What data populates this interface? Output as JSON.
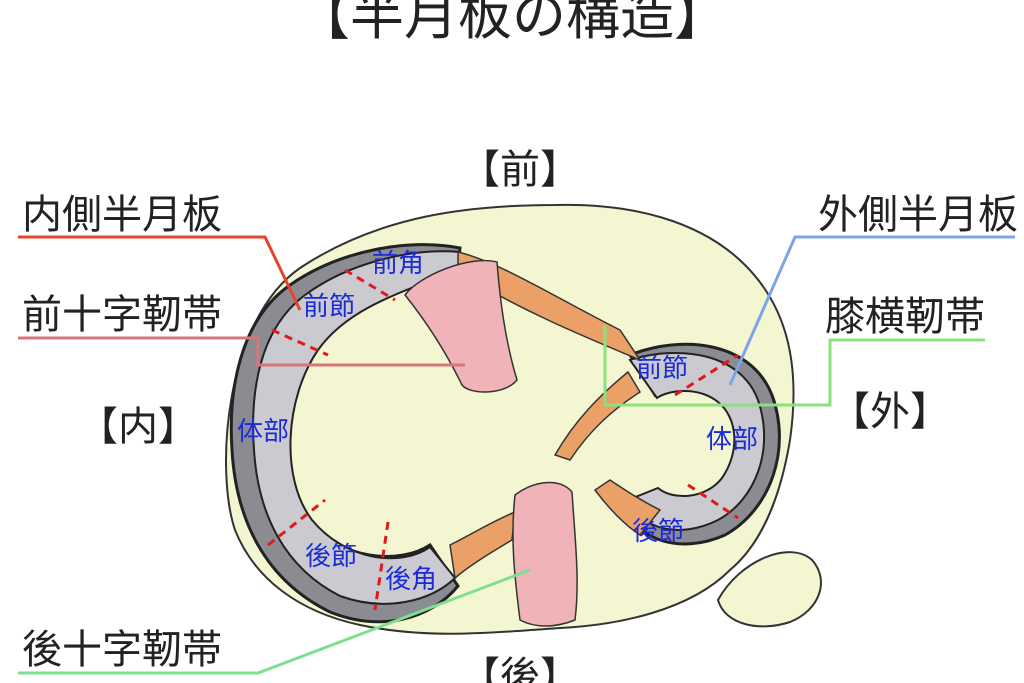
{
  "title": "【半月板の構造】",
  "directions": {
    "front": "【前】",
    "back": "【後】",
    "inner": "【内】",
    "outer": "【外】"
  },
  "callouts": {
    "medial_meniscus": "内側半月板",
    "acl": "前十字靭帯",
    "pcl": "後十字靭帯",
    "lateral_meniscus": "外側半月板",
    "transverse_ligament": "膝横靭帯"
  },
  "regions": {
    "medial_anterior_horn": "前角",
    "medial_anterior_segment": "前節",
    "medial_body": "体部",
    "medial_posterior_segment": "後節",
    "medial_posterior_horn": "後角",
    "lateral_anterior_segment": "前節",
    "lateral_body": "体部",
    "lateral_posterior_segment": "後節"
  },
  "colors": {
    "medial_line": "#e8432c",
    "acl_line": "#d9747a",
    "pcl_line": "#7ce08f",
    "lateral_line": "#7ea4e8",
    "transverse_line": "#8be27c",
    "region_text": "#1b2bd6",
    "bracket": "#e01a1a",
    "dashed": "#e01a1a",
    "plateau": "#f4f6d2",
    "meniscus": "#c7c7cd",
    "ligament": "#f0b3b7",
    "horn": "#eba067"
  }
}
